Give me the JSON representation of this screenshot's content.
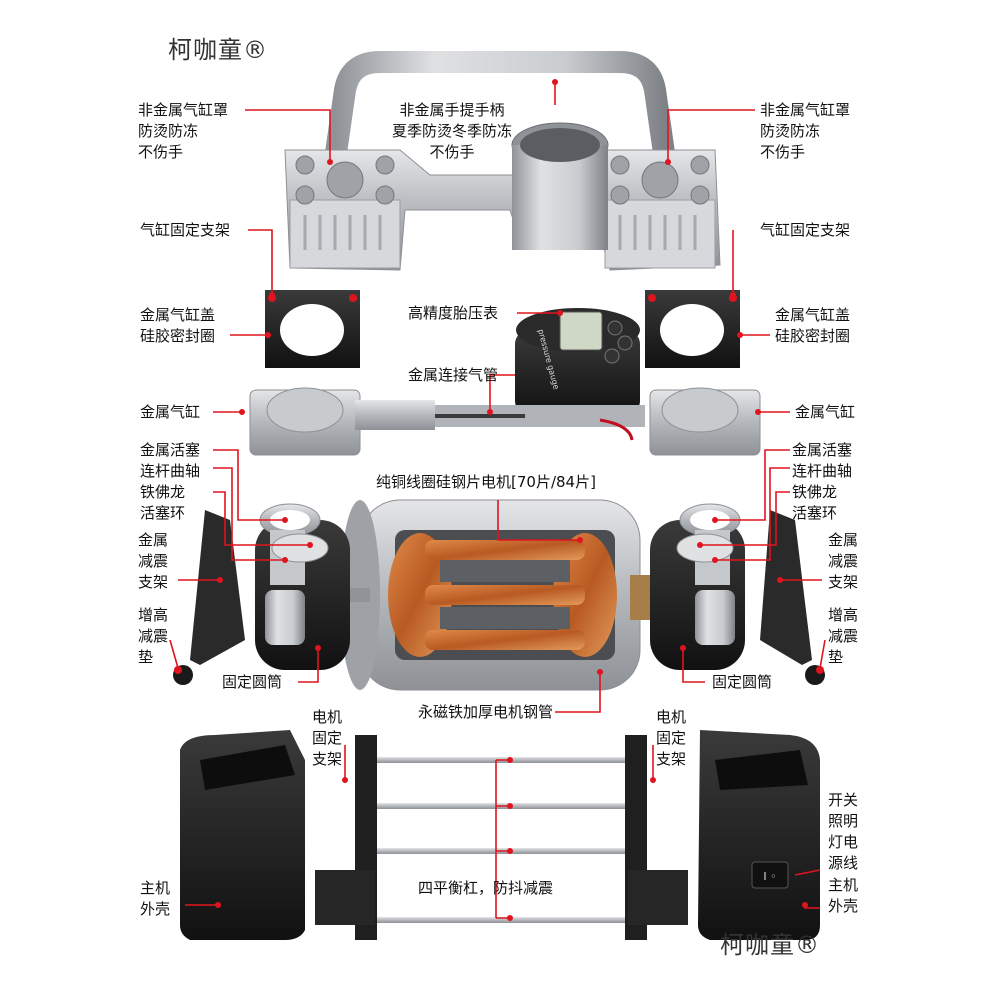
{
  "brand": "柯咖童®",
  "labels": {
    "cover_left": "非金属气缸罩\n防烫防冻\n不伤手",
    "handle": "非金属手提手柄\n夏季防烫冬季防冻\n不伤手",
    "cover_right": "非金属气缸罩\n防烫防冻\n不伤手",
    "bracket_left": "气缸固定支架",
    "bracket_right": "气缸固定支架",
    "cap_left": "金属气缸盖\n硅胶密封圈",
    "cap_right": "金属气缸盖\n硅胶密封圈",
    "gauge": "高精度胎压表",
    "pipe": "金属连接气管",
    "cyl_left": "金属气缸",
    "cyl_right": "金属气缸",
    "piston_left": "金属活塞\n连杆曲轴\n铁佛龙\n活塞环",
    "piston_right": "金属活塞\n连杆曲轴\n铁佛龙\n活塞环",
    "motor": "纯铜线圈硅钢片电机[70片/84片]",
    "shock_left": "金属\n减震\n支架",
    "shock_right": "金属\n减震\n支架",
    "pad_left": "增高\n减震\n垫",
    "pad_right": "增高\n减震\n垫",
    "tube_left": "固定圆筒",
    "tube_right": "固定圆筒",
    "steel_tube": "永磁铁加厚电机钢管",
    "mfix_left": "电机\n固定\n支架",
    "mfix_right": "电机\n固定\n支架",
    "switch": "开关\n照明\n灯电\n源线",
    "bars": "四平衡杠，防抖减震",
    "shell_left": "主机\n外壳",
    "shell_right": "主机\n外壳"
  },
  "gauge_screen_text": "pressure gauge",
  "colors": {
    "leader": "#e0141e",
    "metal": "#b9bcc0",
    "black": "#1e1e1e",
    "copper": "#c46a2e"
  }
}
